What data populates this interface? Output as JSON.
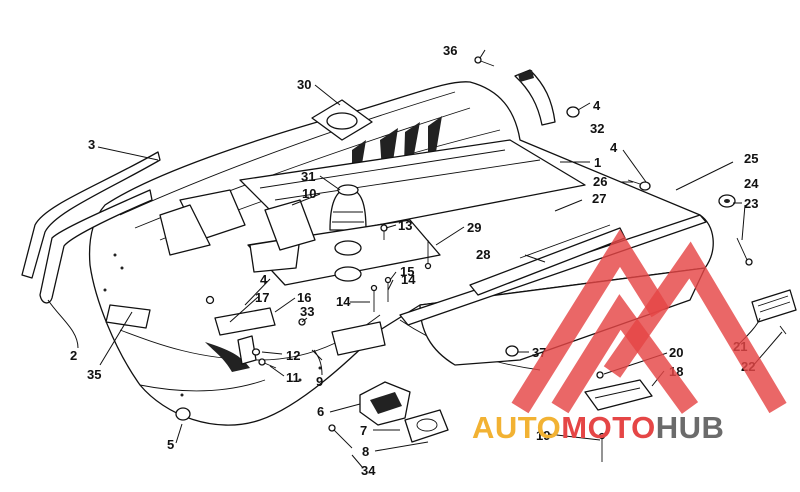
{
  "watermark": {
    "part1": "AUTO",
    "part2": "MOTO",
    "part3": "HUB",
    "color1": "#f2b233",
    "color2": "#e54646",
    "color3": "#6b6b6b"
  },
  "callouts": {
    "c1": "1",
    "c2": "2",
    "c3": "3",
    "c4a": "4",
    "c4b": "4",
    "c4c": "4",
    "c5": "5",
    "c6": "6",
    "c7": "7",
    "c8": "8",
    "c9": "9",
    "c10": "10",
    "c11": "11",
    "c12": "12",
    "c13": "13",
    "c14a": "14",
    "c14b": "14",
    "c15": "15",
    "c16": "16",
    "c17": "17",
    "c18": "18",
    "c19": "19",
    "c20": "20",
    "c21": "21",
    "c22": "22",
    "c23": "23",
    "c24": "24",
    "c25": "25",
    "c26": "26",
    "c27": "27",
    "c28": "28",
    "c29": "29",
    "c30": "30",
    "c31": "31",
    "c32": "32",
    "c33": "33",
    "c34": "34",
    "c35": "35",
    "c36": "36",
    "c37": "37"
  }
}
